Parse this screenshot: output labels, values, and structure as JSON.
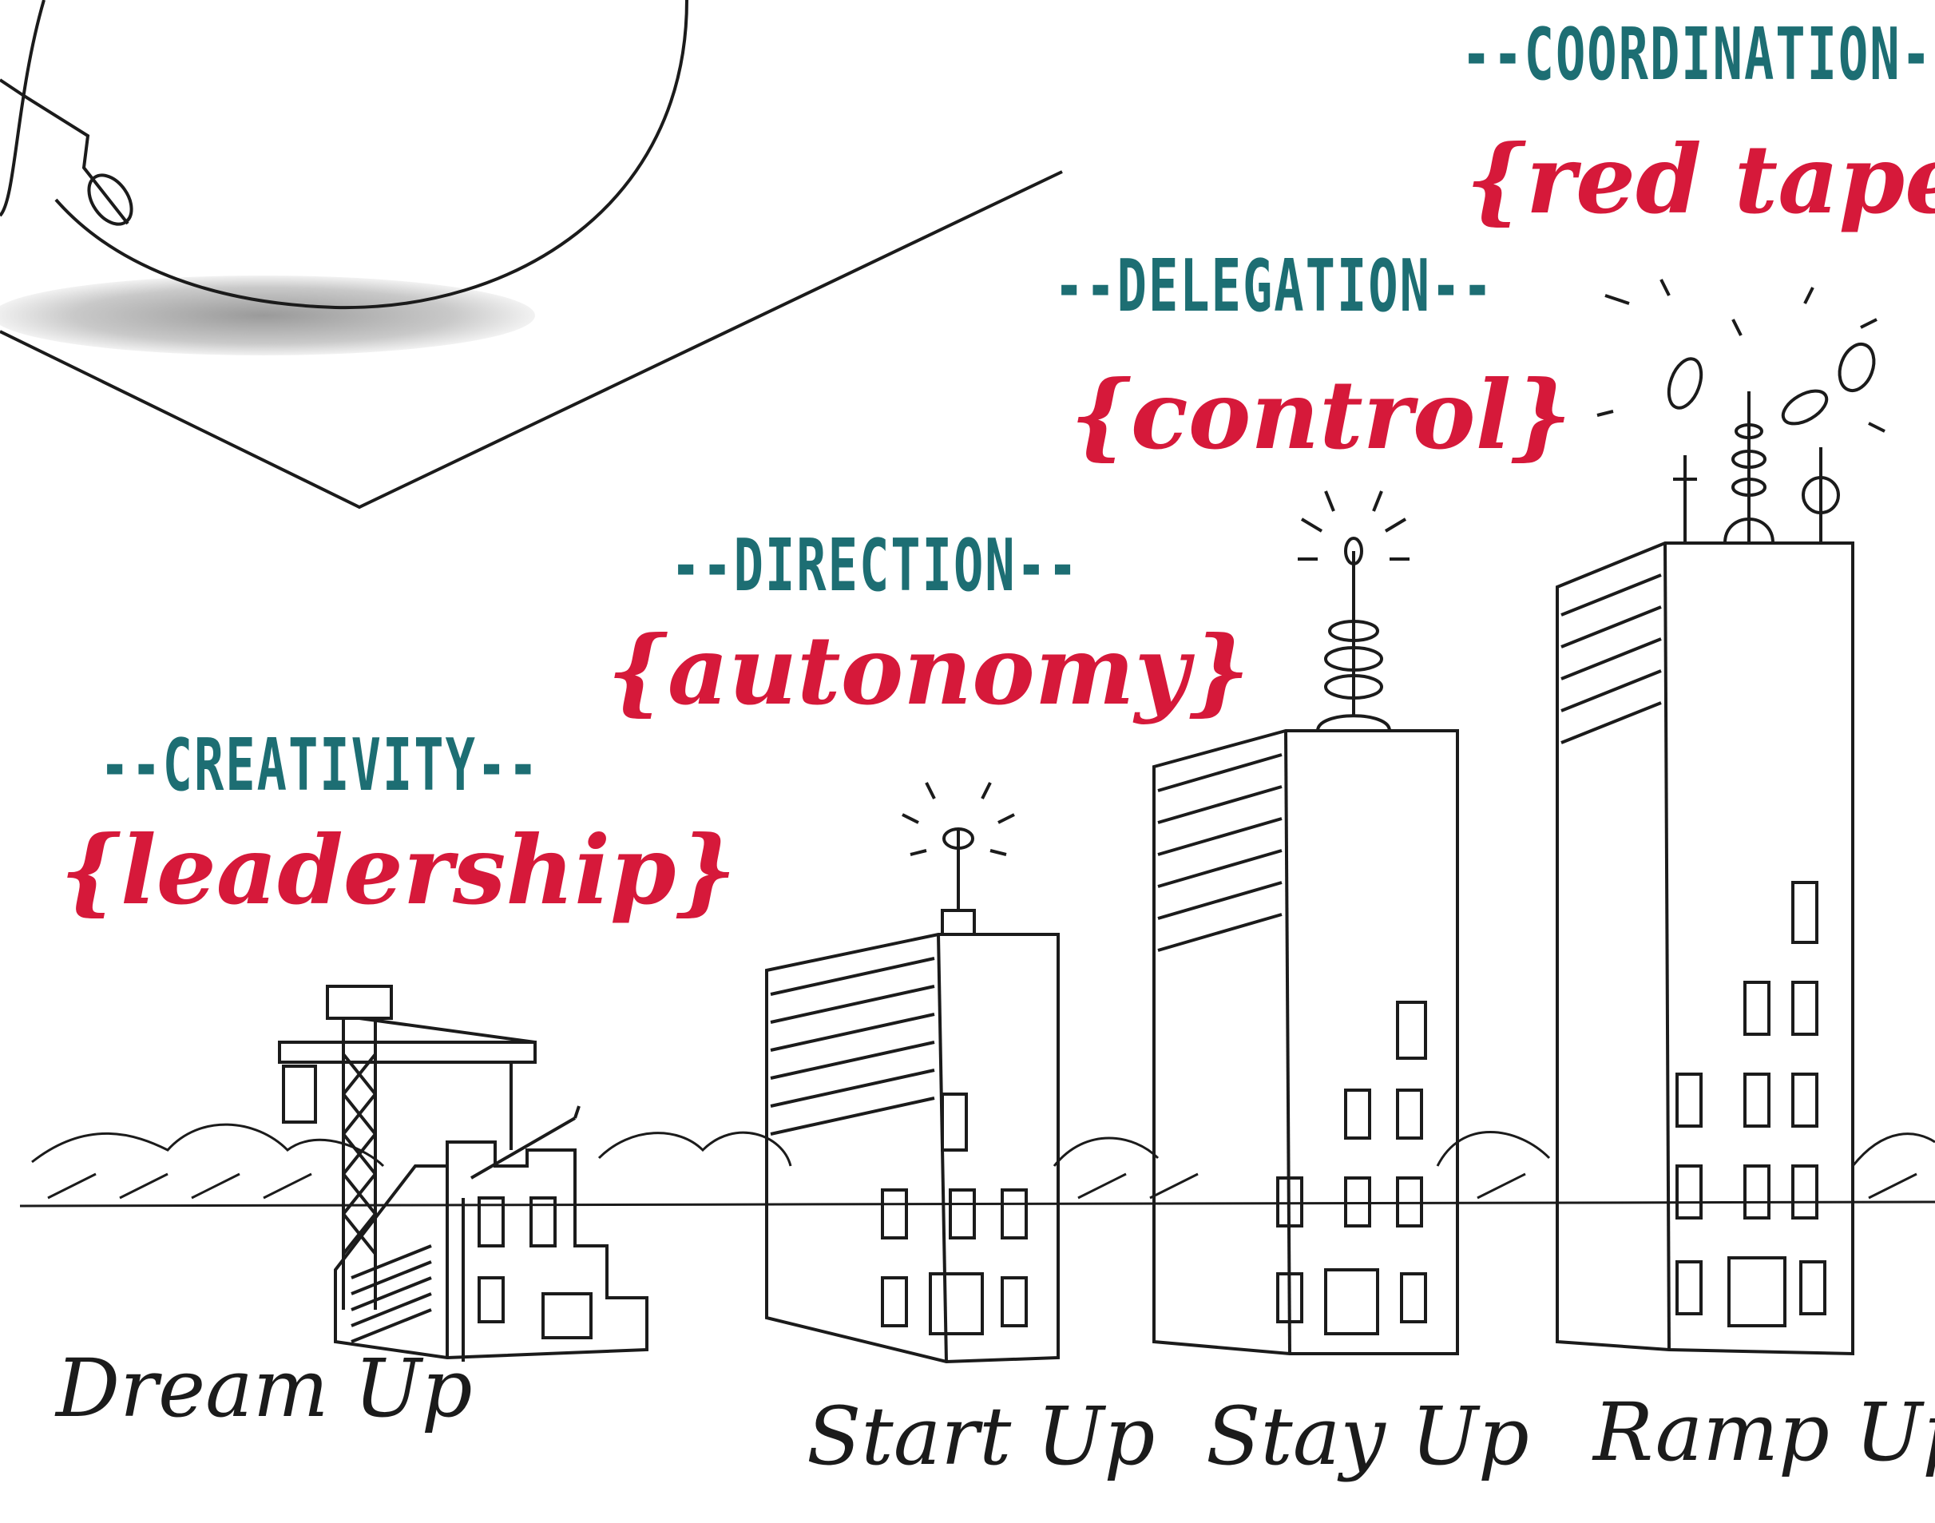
{
  "colors": {
    "ink": "#1b1b1b",
    "keyword": "#1d6e73",
    "value": "#d6193a",
    "shadow": "#c9c9c9"
  },
  "icons": [
    "crane-icon",
    "antenna-icon",
    "building-icon",
    "ball-icon"
  ],
  "stages": [
    {
      "name": "Dream Up",
      "keyword": "--CREATIVITY--",
      "value": "{leadership}"
    },
    {
      "name": "Start Up",
      "keyword": "--DIRECTION--",
      "value": "{autonomy}"
    },
    {
      "name": "Stay Up",
      "keyword": "--DELEGATION--",
      "value": "{control}"
    },
    {
      "name": "Ramp Up",
      "keyword": "--COORDINATION--",
      "value": "{red tape}"
    }
  ]
}
